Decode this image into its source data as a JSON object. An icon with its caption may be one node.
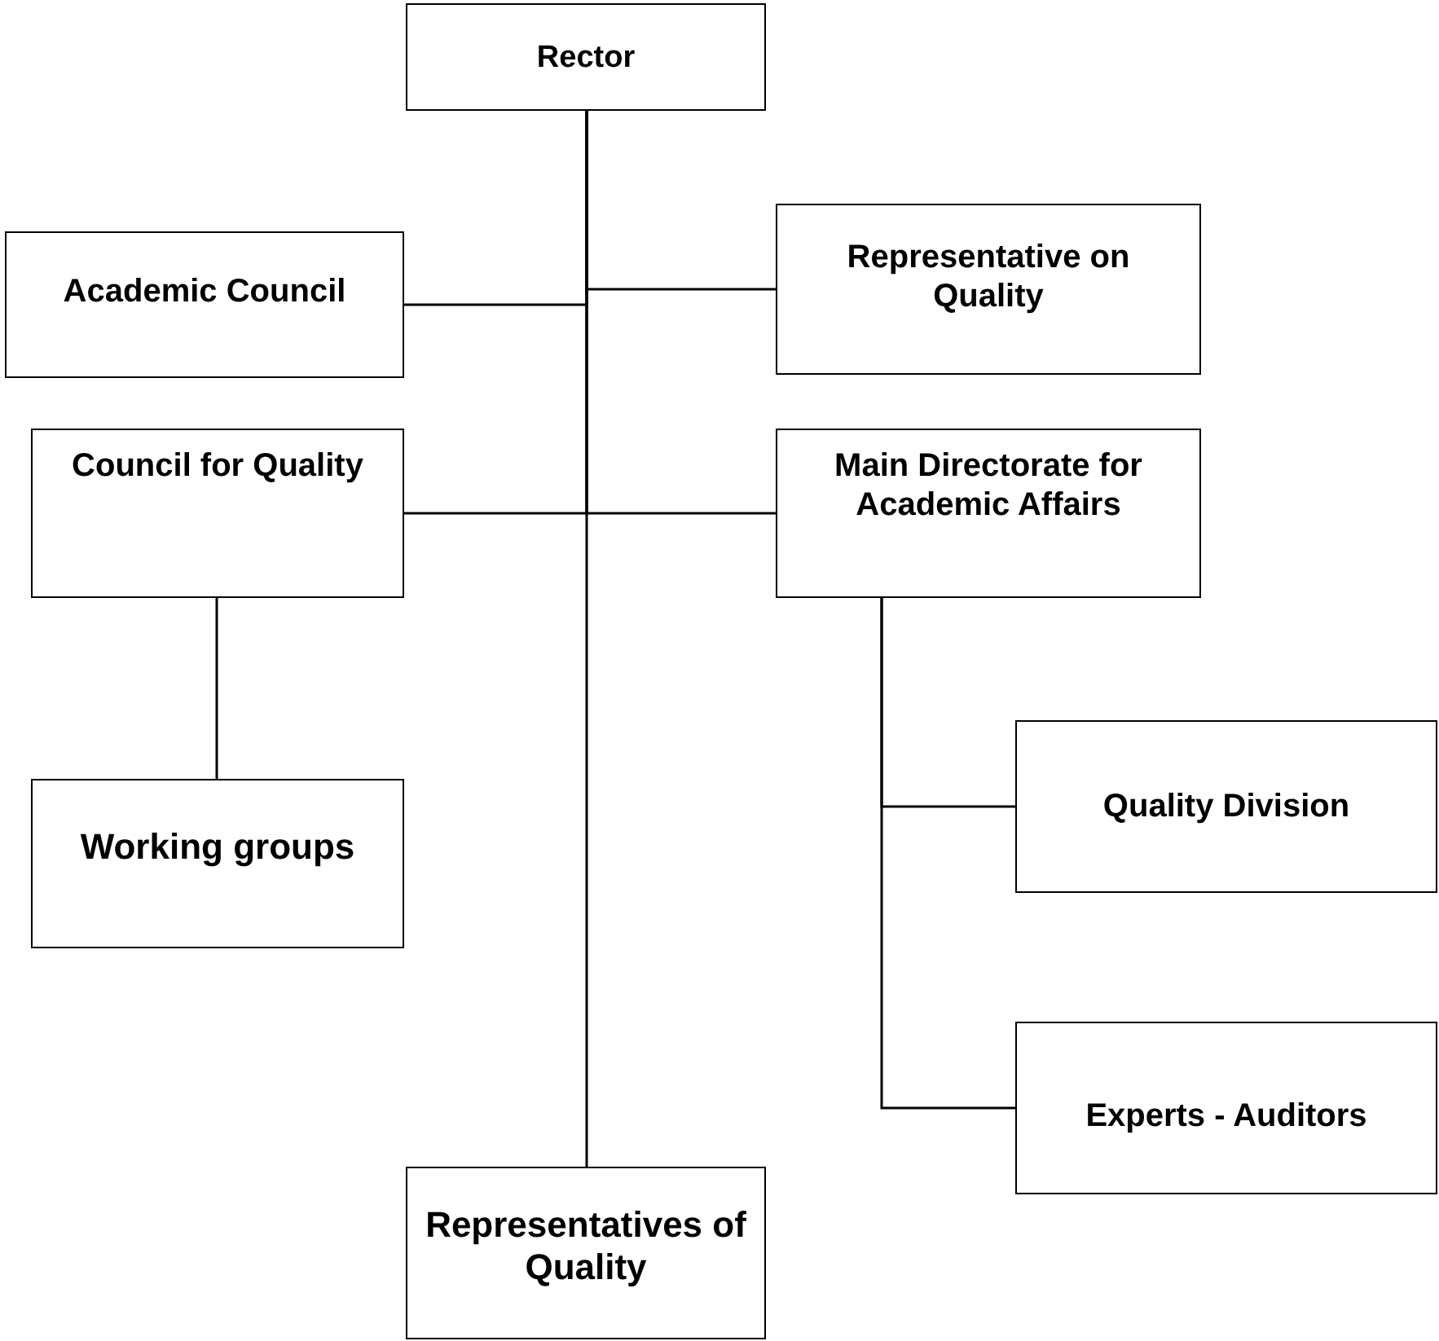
{
  "diagram": {
    "nodes": [
      {
        "text": [
          "Rector"
        ]
      },
      {
        "text": [
          "Academic Council"
        ]
      },
      {
        "text": [
          "Representative on Quality"
        ]
      },
      {
        "text": [
          "Council for Quality"
        ]
      },
      {
        "text": [
          "Main Directorate for Academic Affairs"
        ]
      },
      {
        "text": [
          "Working groups"
        ]
      },
      {
        "text": [
          "Quality Division"
        ]
      },
      {
        "text": [
          "Experts - Auditors"
        ]
      },
      {
        "text": [
          "Representatives of Quality"
        ]
      }
    ],
    "edges": [
      {
        "from": 0,
        "to": 1,
        "arrow": "none"
      },
      {
        "from": 0,
        "to": 2,
        "arrow": "none"
      },
      {
        "from": 0,
        "to": 3,
        "arrow": "none"
      },
      {
        "from": 0,
        "to": 4,
        "arrow": "none"
      },
      {
        "from": 0,
        "to": 8,
        "arrow": "none"
      },
      {
        "from": 3,
        "to": 5,
        "arrow": "none"
      },
      {
        "from": 4,
        "to": 6,
        "arrow": "none"
      },
      {
        "from": 4,
        "to": 7,
        "arrow": "none"
      }
    ]
  }
}
